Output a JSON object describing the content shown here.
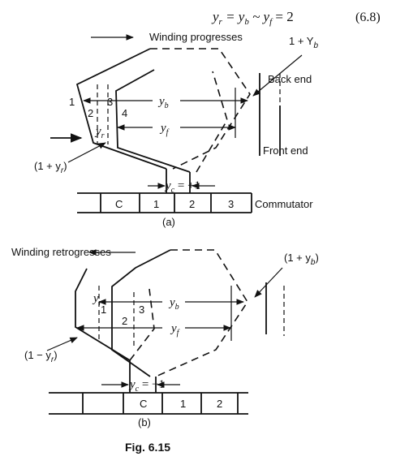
{
  "equation": {
    "text": "y_r = y_b ~ y_f = 2",
    "number": "(6.8)"
  },
  "part_a": {
    "direction": "Winding progresses",
    "label_1_plus_Yb": "1 + Y",
    "sub_b": "b",
    "back_end": "Back end",
    "front_end": "Front end",
    "conductors": [
      "1",
      "2",
      "3",
      "4"
    ],
    "yb": "y",
    "yf": "y",
    "yr": "y",
    "label_1_plus_yr": "(1 + y",
    "yc": "y",
    "yc_val": " = +1",
    "commutator_segments": [
      "",
      "C",
      "1",
      "2",
      "3"
    ],
    "commutator_label": "Commutator",
    "caption": "(a)"
  },
  "part_b": {
    "direction": "Winding retrogresses",
    "label_1_plus_yb": "(1 + y",
    "conductors": [
      "1",
      "2",
      "3"
    ],
    "yb": "y",
    "yf": "y",
    "yr": "y",
    "label_1_minus_yr": "(1 − y",
    "yc": "y",
    "yc_val": " = −1",
    "commutator_segments": [
      "",
      "",
      "C",
      "1",
      "2",
      ""
    ],
    "caption": "(b)"
  },
  "figure_caption": "Fig. 6.15"
}
